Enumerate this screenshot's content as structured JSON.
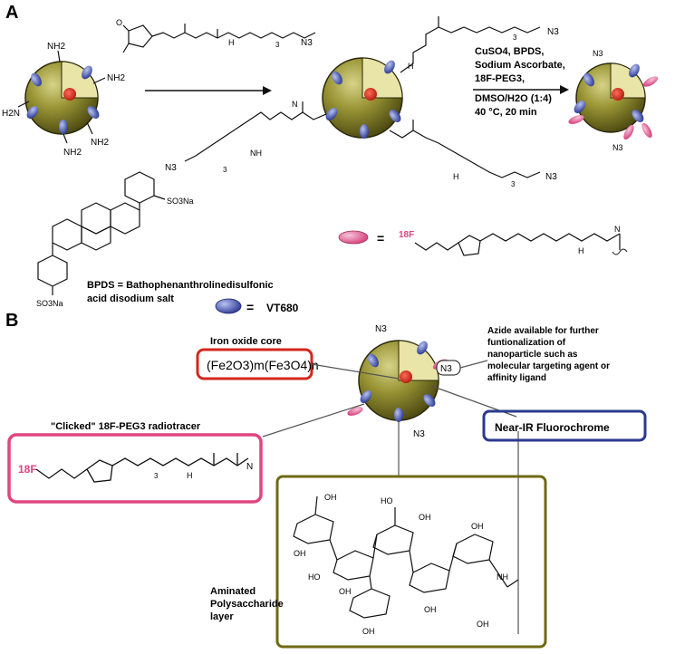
{
  "panelA": {
    "label": "A",
    "np_amines": [
      "NH2",
      "NH2",
      "H2N",
      "NH2",
      "NH2"
    ],
    "reagent": {
      "nhs_ester": "O",
      "chain": "H",
      "n_sub": "3",
      "azide": "N3"
    },
    "product_top": {
      "nh": "H",
      "n_sub": "3",
      "azide": "N3"
    },
    "conditions": [
      "CuSO4, BPDS,",
      "Sodium Ascorbate,",
      "18F-PEG3,",
      "DMSO/H2O (1:4)",
      "40 °C, 20 min"
    ],
    "product_right_labels": [
      "N3",
      "N3"
    ],
    "left_chain": {
      "azide": "N3",
      "n_sub": "3",
      "nh": "NH",
      "n": "N"
    },
    "right_chain": {
      "h": "H",
      "n_sub": "3",
      "azide": "N3"
    },
    "bpds": {
      "so3na_1": "SO3Na",
      "so3na_2": "SO3Na",
      "caption": "BPDS = Bathophenanthrolinedisulfonic",
      "caption2": "acid disodium salt"
    },
    "legend": {
      "pink_eq": "=",
      "f18": "18F",
      "n": "N",
      "h": "H",
      "blue_eq": "=",
      "vt680": "VT680"
    }
  },
  "panelB": {
    "label": "B",
    "core_title": "Iron oxide core",
    "core_formula": "(Fe2O3)m(Fe3O4)n",
    "azide_note": [
      "Azide available for further",
      "funtionalization of",
      "nanoparticle such as",
      "molecular targeting agent or",
      "affinity ligand"
    ],
    "np_labels": [
      "N3",
      "N3",
      "N3"
    ],
    "radiotracer_title": "\"Clicked\" 18F-PEG3 radiotracer",
    "radiotracer_struct": {
      "f18": "18F",
      "n": "N",
      "h": "H",
      "n_sub": "3"
    },
    "nir_label": "Near-IR Fluorochrome",
    "polysaccharide_label": [
      "Aminated",
      "Polysaccharide",
      "layer"
    ],
    "poly_groups": [
      "OH",
      "OH",
      "OH",
      "OH",
      "HO",
      "OH",
      "OH",
      "OH",
      "HO",
      "NH",
      "OH"
    ]
  },
  "colors": {
    "accent_red": "#d4271c",
    "accent_pink": "#e0457f",
    "accent_olive": "#6f6a15",
    "accent_blue": "#2b3a8e"
  }
}
